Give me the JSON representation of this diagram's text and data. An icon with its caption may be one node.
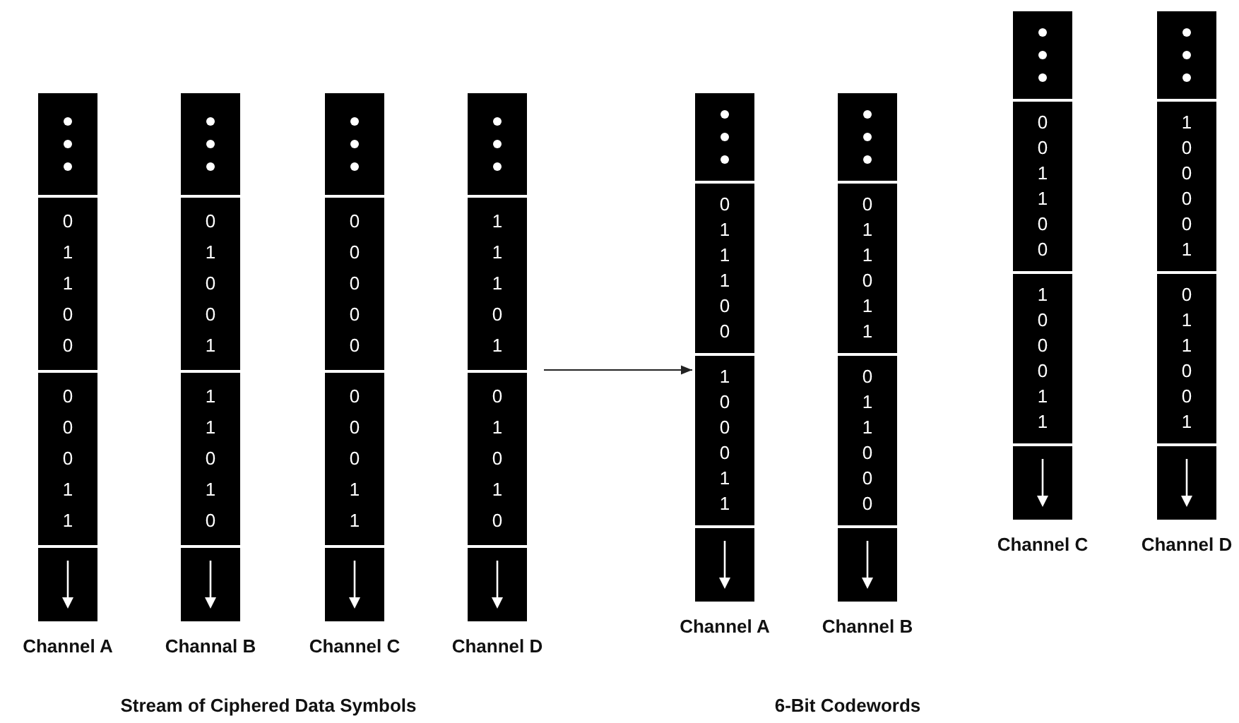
{
  "diagram": {
    "nodes": [
      {
        "text": [
          "Channel A"
        ]
      },
      {
        "text": [],
        "shape": "box",
        "in": 0
      },
      {
        "text": [
          "0 1 1 0 0"
        ],
        "in": 0
      },
      {
        "text": [
          "0 0 0 1 1"
        ],
        "in": 0
      },
      {
        "text": [],
        "shape": "box",
        "in": 0
      },
      {
        "text": [
          "Channal B"
        ]
      },
      {
        "text": [],
        "shape": "box",
        "in": 5
      },
      {
        "text": [
          "0 1 0 0 1"
        ],
        "in": 5
      },
      {
        "text": [
          "1 1 0 1 0"
        ],
        "in": 5
      },
      {
        "text": [],
        "shape": "box",
        "in": 5
      },
      {
        "text": [
          "Channel C"
        ]
      },
      {
        "text": [],
        "shape": "box",
        "in": 10
      },
      {
        "text": [
          "0 0 0 0 0"
        ],
        "in": 10
      },
      {
        "text": [
          "0 0 0 1 1"
        ],
        "in": 10
      },
      {
        "text": [],
        "shape": "box",
        "in": 10
      },
      {
        "text": [
          "Channel D"
        ]
      },
      {
        "text": [],
        "shape": "box",
        "in": 15
      },
      {
        "text": [
          "1 1 1 0 1"
        ],
        "in": 15
      },
      {
        "text": [
          "0 1 0 1 0"
        ],
        "in": 15
      },
      {
        "text": [],
        "shape": "box",
        "in": 15
      },
      {
        "text": [
          "Channel A"
        ]
      },
      {
        "text": [],
        "shape": "box",
        "in": 20
      },
      {
        "text": [
          "0 1 1 1 0 0"
        ],
        "in": 20
      },
      {
        "text": [
          "1 0 0 0 1 1"
        ],
        "in": 20
      },
      {
        "text": [],
        "shape": "box",
        "in": 20
      },
      {
        "text": [
          "Channel B"
        ]
      },
      {
        "text": [],
        "shape": "box",
        "in": 25
      },
      {
        "text": [
          "0 1 1 0 1 1"
        ],
        "in": 25
      },
      {
        "text": [
          "0 1 1 0 0 0"
        ],
        "in": 25
      },
      {
        "text": [],
        "shape": "box",
        "in": 25
      },
      {
        "text": [
          "Channel C"
        ]
      },
      {
        "text": [],
        "shape": "box",
        "in": 30
      },
      {
        "text": [
          "0 0 1 1 0 0"
        ],
        "in": 30
      },
      {
        "text": [
          "1 0 0 0 1 1"
        ],
        "in": 30
      },
      {
        "text": [],
        "shape": "box",
        "in": 30
      },
      {
        "text": [
          "Channel D"
        ]
      },
      {
        "text": [],
        "shape": "box",
        "in": 35
      },
      {
        "text": [
          "1 0 0 0 0 1"
        ],
        "in": 35
      },
      {
        "text": [
          "0 1 1 0 0 1"
        ],
        "in": 35
      },
      {
        "text": [],
        "shape": "box",
        "in": 35
      }
    ],
    "edges": [
      {
        "from": 15,
        "to": 20,
        "arrow": "to"
      }
    ],
    "labels": [
      "Stream of Ciphered Data Symbols",
      "6-Bit Codewords"
    ]
  }
}
